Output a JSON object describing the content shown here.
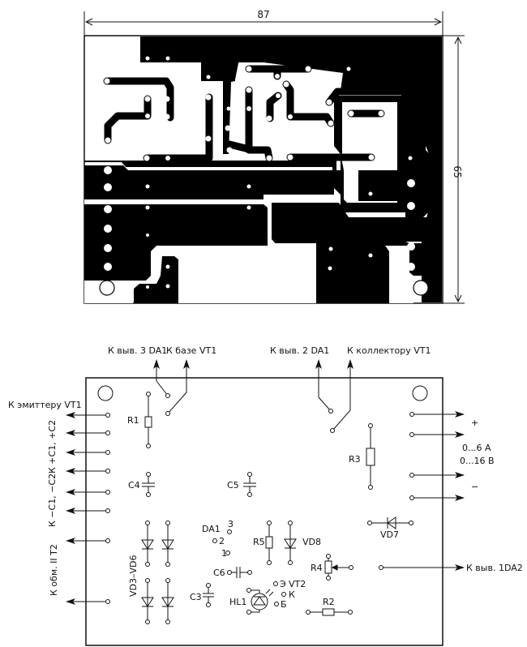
{
  "pcb": {
    "dimensions": {
      "width_label": "87",
      "height_label": "65"
    },
    "copper_color": "#000000",
    "board_color": "#ffffff"
  },
  "assembly": {
    "top_labels": {
      "da1_pin3": "К выв. 3 DA1",
      "vt1_base": "К базе VT1",
      "da1_pin2": "К выв. 2 DA1",
      "vt1_collector": "К коллектору VT1"
    },
    "left_labels": {
      "vt1_emitter": "К эмиттеру VT1",
      "c1_c2_plus": "К +С1, +С2",
      "c1_c2_minus": "К −С1, −С2",
      "t2_winding": "К обм. II T2"
    },
    "right_labels": {
      "plus": "+",
      "current": "0...6 А",
      "voltage": "0...16 В",
      "minus": "−",
      "da2_pin1": "К выв. 1DA2"
    },
    "components": {
      "R1": "R1",
      "R2": "R2",
      "R3": "R3",
      "R4": "R4",
      "R5": "R5",
      "C3": "C3",
      "C4": "C4",
      "C5": "C5",
      "C6": "C6",
      "VD3_VD6": "VD3–VD6",
      "VD7": "VD7",
      "VD8": "VD8",
      "HL1": "HL1",
      "DA1": "DA1",
      "VT2": "VT2",
      "da1_pin1": "1",
      "da1_pin2": "2",
      "da1_pin3": "3",
      "vt2_e": "Э",
      "vt2_k": "К",
      "vt2_b": "Б"
    }
  }
}
